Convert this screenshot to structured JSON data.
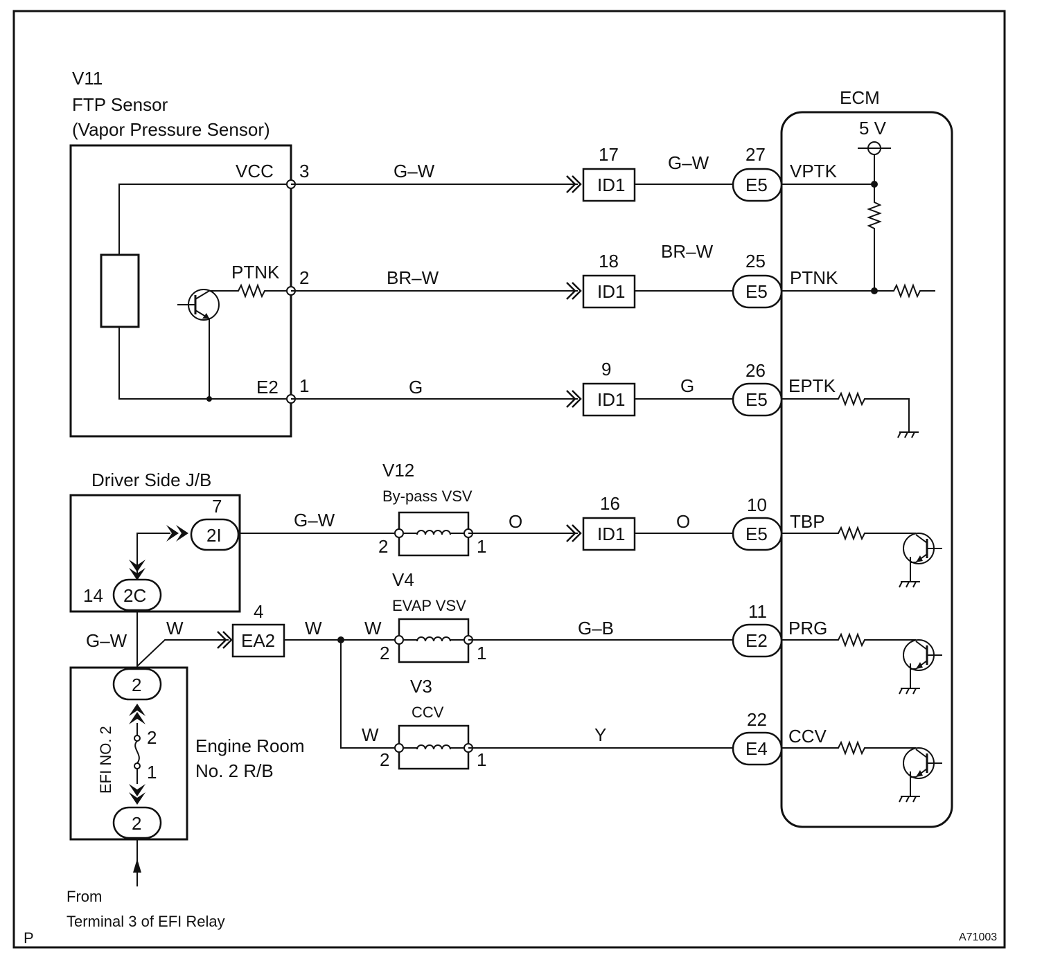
{
  "components": {
    "ftp_sensor": {
      "code": "V11",
      "name": "FTP Sensor",
      "alt_name": "(Vapor Pressure Sensor)",
      "pins": [
        {
          "label": "VCC",
          "num": "3"
        },
        {
          "label": "PTNK",
          "num": "2"
        },
        {
          "label": "E2",
          "num": "1"
        }
      ]
    },
    "ecm": {
      "name": "ECM",
      "supply": "5 V"
    },
    "driver_jb": {
      "name": "Driver Side J/B",
      "conn_2i": "2I",
      "conn_2i_pin": "7",
      "conn_2c": "2C",
      "conn_2c_pin": "14"
    },
    "bypass_vsv": {
      "code": "V12",
      "name": "By-pass VSV",
      "pin_a": "2",
      "pin_b": "1"
    },
    "evap_vsv": {
      "code": "V4",
      "name": "EVAP VSV",
      "pin_a": "2",
      "pin_b": "1"
    },
    "ccv": {
      "code": "V3",
      "name": "CCV",
      "pin_a": "2",
      "pin_b": "1"
    },
    "r_b": {
      "line1": "Engine Room",
      "line2": "No. 2 R/B",
      "fuse": "EFI NO. 2",
      "conn": "2",
      "fuse_pin_top": "2",
      "fuse_pin_bottom": "1"
    },
    "ea2": {
      "label": "EA2",
      "pin": "4"
    }
  },
  "circuits": [
    {
      "junction_pin": "17",
      "junction": "ID1",
      "wire_in": "G–W",
      "wire_out": "G–W",
      "ecm_pin": "27",
      "ecm_conn": "E5",
      "ecm_signal": "VPTK"
    },
    {
      "junction_pin": "18",
      "junction": "ID1",
      "wire_in": "BR–W",
      "wire_out": "BR–W",
      "ecm_pin": "25",
      "ecm_conn": "E5",
      "ecm_signal": "PTNK"
    },
    {
      "junction_pin": "9",
      "junction": "ID1",
      "wire_in": "G",
      "wire_out": "G",
      "ecm_pin": "26",
      "ecm_conn": "E5",
      "ecm_signal": "EPTK"
    },
    {
      "junction_pin": "16",
      "junction": "ID1",
      "wire_in": "G–W",
      "wire_mid": "O",
      "wire_out": "O",
      "ecm_pin": "10",
      "ecm_conn": "E5",
      "ecm_signal": "TBP"
    },
    {
      "wire_a": "W",
      "wire_b": "W",
      "wire_c": "W",
      "wire_out": "G–B",
      "ecm_pin": "11",
      "ecm_conn": "E2",
      "ecm_signal": "PRG"
    },
    {
      "wire_in": "W",
      "wire_out": "Y",
      "ecm_pin": "22",
      "ecm_conn": "E4",
      "ecm_signal": "CCV"
    }
  ],
  "supply_wire": "G–W",
  "source": {
    "line1": "From",
    "line2": "Terminal 3 of EFI Relay"
  },
  "corner_left": "P",
  "figure_id": "A71003"
}
